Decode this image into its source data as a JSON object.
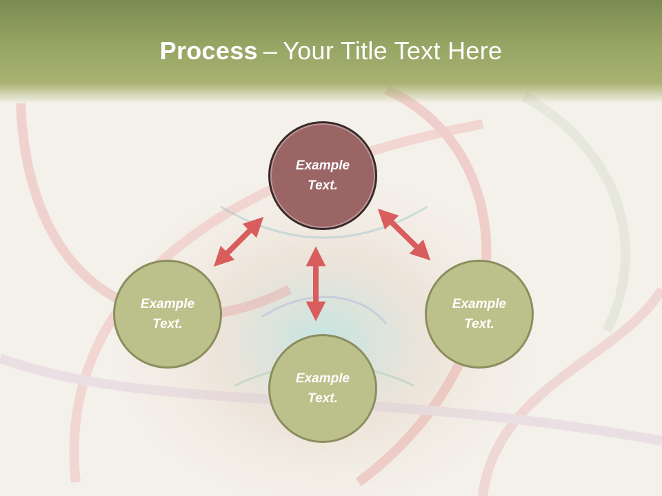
{
  "slide": {
    "title_bold": "Process",
    "title_dash": "–",
    "title_rest": "Your Title Text Here"
  },
  "diagram": {
    "nodes": [
      {
        "id": "top",
        "label": "Example Text."
      },
      {
        "id": "left",
        "label": "Example Text."
      },
      {
        "id": "bottom",
        "label": "Example Text."
      },
      {
        "id": "right",
        "label": "Example Text."
      }
    ]
  },
  "colors": {
    "header": "#97a565",
    "primary_node": "#9b6565",
    "secondary_node": "#bcc08a",
    "arrow": "#d95d5d"
  }
}
